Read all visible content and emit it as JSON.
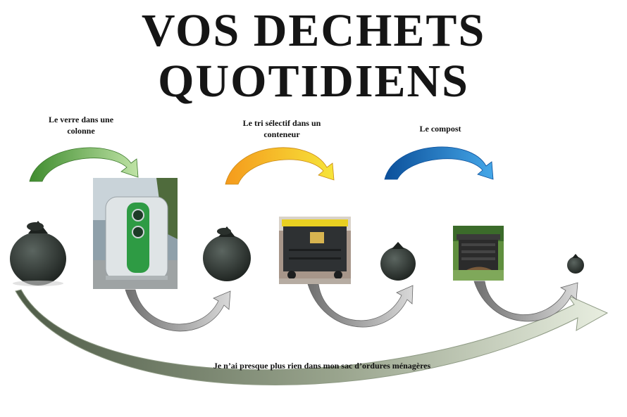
{
  "title": "VOS DECHETS QUOTIDIENS",
  "steps": [
    {
      "label_line1": "Le verre dans une",
      "label_line2": "colonne",
      "color": "#7fc463"
    },
    {
      "label_line1": "Le tri sélectif dans un",
      "label_line2": "conteneur",
      "color": "#f2c81e"
    },
    {
      "label_line1": "Le compost",
      "label_line2": "",
      "color": "#1f7bc4"
    }
  ],
  "bottom_caption": "Je n’ai presque plus rien dans mon sac d’ordures ménagères",
  "colors": {
    "bag": "#2a302c",
    "grey_arrow": "#9a9a9a",
    "big_arrow_dark": "#5d6a55",
    "big_arrow_light": "#dfe6d3"
  },
  "icons": [
    "trash-bag-icon",
    "glass-bin-icon",
    "sorting-container-icon",
    "compost-bin-icon"
  ]
}
